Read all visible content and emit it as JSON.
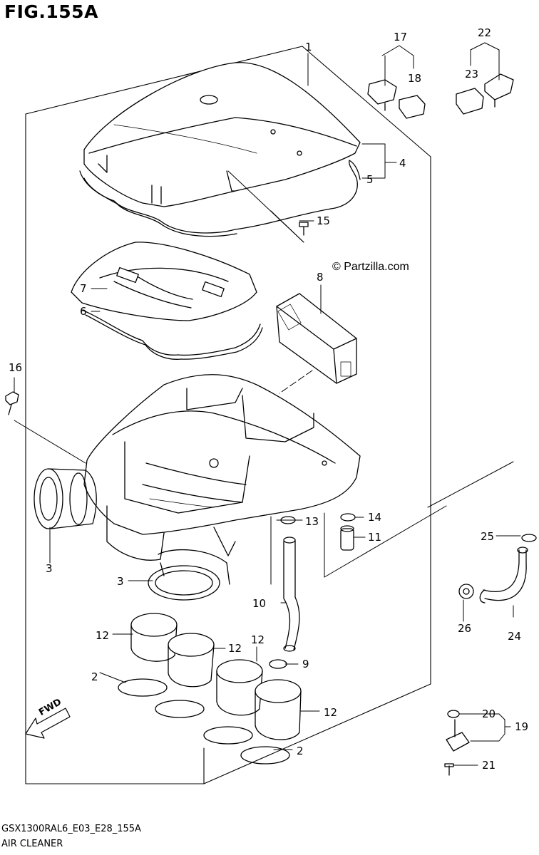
{
  "figure": {
    "title": "FIG.155A",
    "watermark": "© Partzilla.com",
    "drawing_code": "GSX1300RAL6_E03_E28_155A",
    "caption": "AIR CLEANER",
    "fwd_label": "FWD"
  },
  "callouts": [
    {
      "id": "c1",
      "label": "1"
    },
    {
      "id": "c2a",
      "label": "2"
    },
    {
      "id": "c2b",
      "label": "2"
    },
    {
      "id": "c3a",
      "label": "3"
    },
    {
      "id": "c3b",
      "label": "3"
    },
    {
      "id": "c4",
      "label": "4"
    },
    {
      "id": "c5",
      "label": "5"
    },
    {
      "id": "c6",
      "label": "6"
    },
    {
      "id": "c7",
      "label": "7"
    },
    {
      "id": "c8",
      "label": "8"
    },
    {
      "id": "c9",
      "label": "9"
    },
    {
      "id": "c10",
      "label": "10"
    },
    {
      "id": "c11",
      "label": "11"
    },
    {
      "id": "c12a",
      "label": "12"
    },
    {
      "id": "c12b",
      "label": "12"
    },
    {
      "id": "c12c",
      "label": "12"
    },
    {
      "id": "c12d",
      "label": "12"
    },
    {
      "id": "c13",
      "label": "13"
    },
    {
      "id": "c14",
      "label": "14"
    },
    {
      "id": "c15",
      "label": "15"
    },
    {
      "id": "c16",
      "label": "16"
    },
    {
      "id": "c17",
      "label": "17"
    },
    {
      "id": "c18",
      "label": "18"
    },
    {
      "id": "c19",
      "label": "19"
    },
    {
      "id": "c20",
      "label": "20"
    },
    {
      "id": "c21",
      "label": "21"
    },
    {
      "id": "c22",
      "label": "22"
    },
    {
      "id": "c23",
      "label": "23"
    },
    {
      "id": "c24",
      "label": "24"
    },
    {
      "id": "c25",
      "label": "25"
    },
    {
      "id": "c26",
      "label": "26"
    }
  ]
}
